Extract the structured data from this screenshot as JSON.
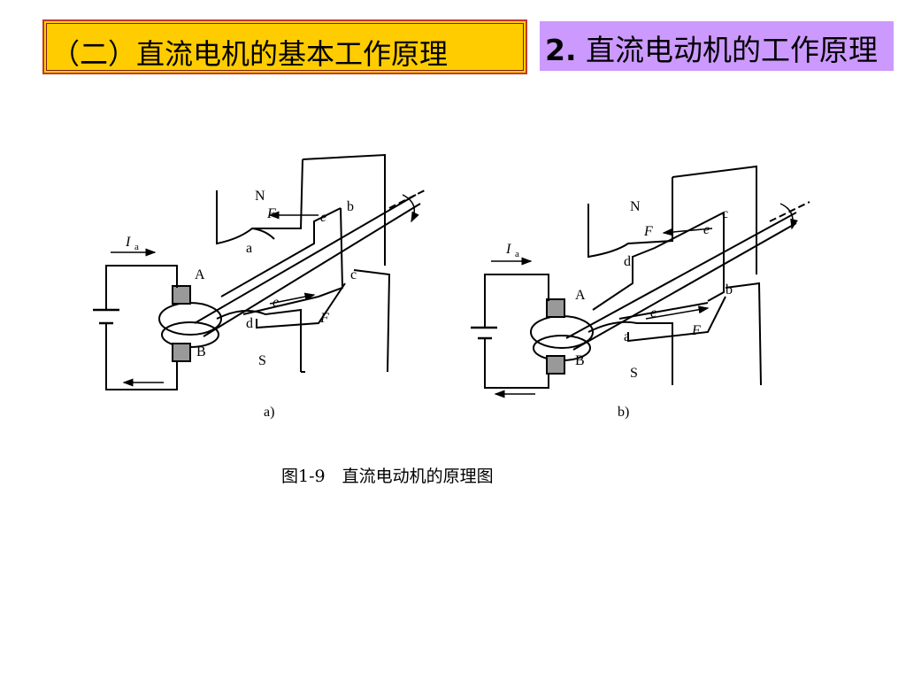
{
  "header": {
    "title": "（二）直流电机的基本工作原理",
    "subtitle_num": "2.",
    "subtitle": "直流电动机的工作原理"
  },
  "figure": {
    "caption": "图1-9　直流电动机的原理图",
    "left": {
      "label": "a)",
      "pole_n": "N",
      "pole_s": "S",
      "current": "I",
      "current_sub": "a",
      "brush_a": "A",
      "brush_b": "B",
      "coil_a": "a",
      "coil_b": "b",
      "coil_c": "c",
      "coil_d": "d",
      "force_top": "F",
      "emf_top": "e",
      "force_bot": "F",
      "emf_bot": "e"
    },
    "right": {
      "label": "b)",
      "pole_n": "N",
      "pole_s": "S",
      "current": "I",
      "current_sub": "a",
      "brush_a": "A",
      "brush_b": "B",
      "coil_a": "a",
      "coil_b": "b",
      "coil_c": "c",
      "coil_d": "d",
      "force_top": "F",
      "emf_top": "e",
      "force_bot": "F",
      "emf_bot": "e"
    }
  },
  "colors": {
    "title_bg": "#ffcc00",
    "title_border": "#c0392b",
    "subtitle_bg": "#cc99ff"
  }
}
